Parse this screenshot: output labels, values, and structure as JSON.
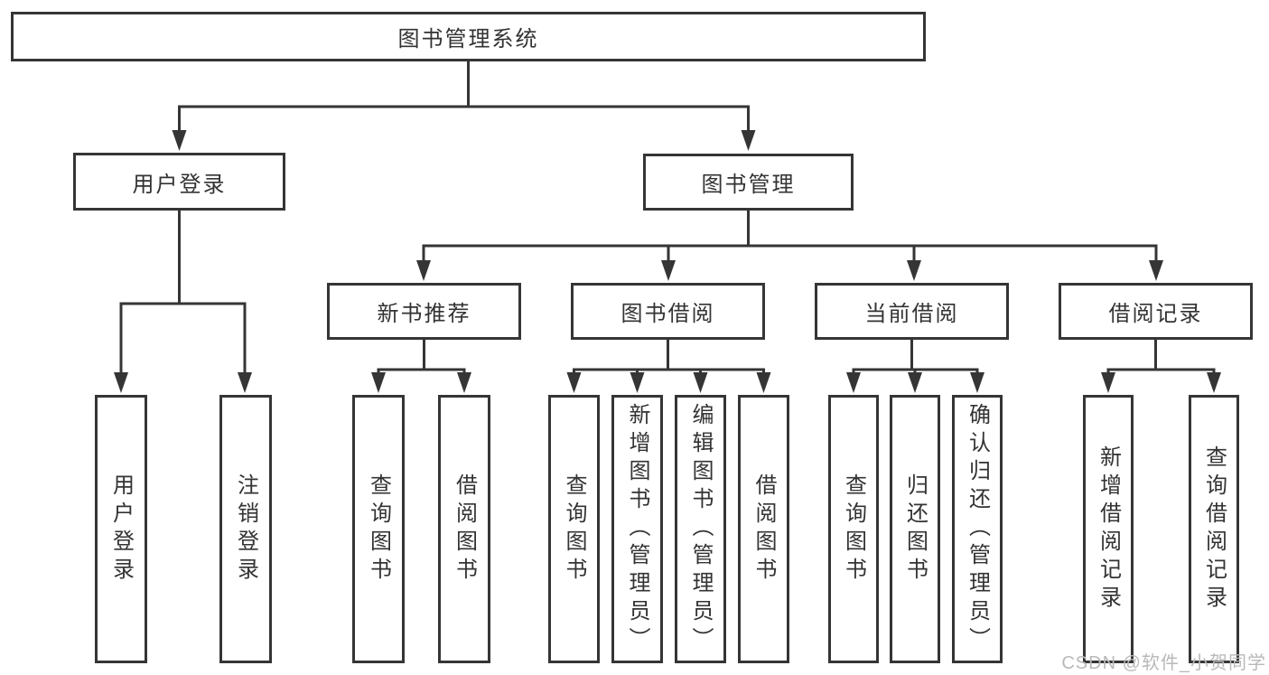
{
  "diagram": {
    "type": "hierarchy-tree",
    "title": "图书管理系统",
    "line_color": "#353535",
    "text_color": "#333333",
    "background_color": "#ffffff",
    "watermark": "CSDN @软件_小贺同学",
    "watermark_color": "#b9b9b9",
    "tree": {
      "label": "图书管理系统",
      "children": [
        {
          "label": "用户登录",
          "children": [
            {
              "label": "用户登录"
            },
            {
              "label": "注销登录"
            }
          ]
        },
        {
          "label": "图书管理",
          "children": [
            {
              "label": "新书推荐",
              "children": [
                {
                  "label": "查询图书"
                },
                {
                  "label": "借阅图书"
                }
              ]
            },
            {
              "label": "图书借阅",
              "children": [
                {
                  "label": "查询图书"
                },
                {
                  "label": "新增图书（管理员）"
                },
                {
                  "label": "编辑图书（管理员）"
                },
                {
                  "label": "借阅图书"
                }
              ]
            },
            {
              "label": "当前借阅",
              "children": [
                {
                  "label": "查询图书"
                },
                {
                  "label": "归还图书"
                },
                {
                  "label": "确认归还（管理员）"
                }
              ]
            },
            {
              "label": "借阅记录",
              "children": [
                {
                  "label": "新增借阅记录"
                },
                {
                  "label": "查询借阅记录"
                }
              ]
            }
          ]
        }
      ]
    }
  }
}
